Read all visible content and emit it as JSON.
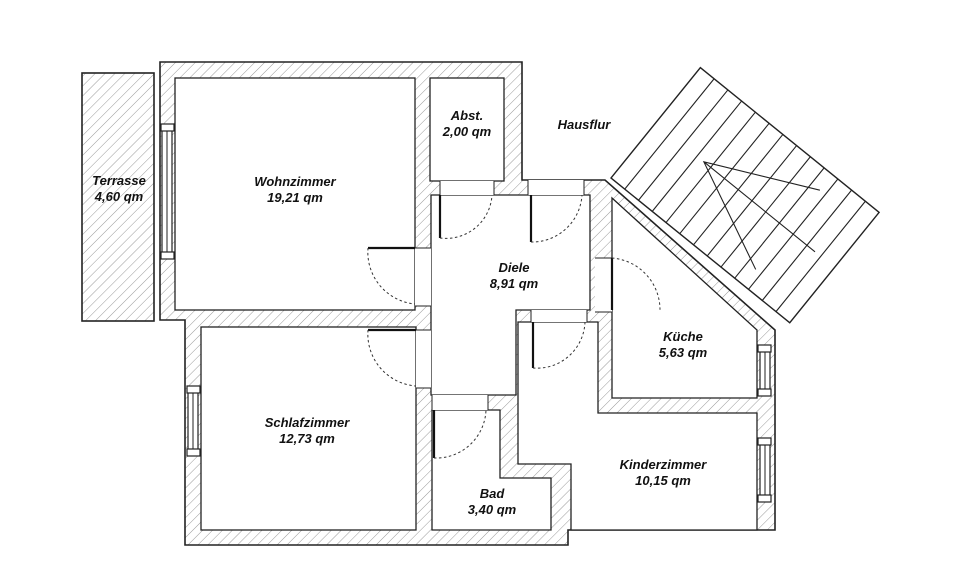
{
  "rooms": {
    "terrasse": {
      "name": "Terrasse",
      "area": "4,60 qm"
    },
    "wohnzimmer": {
      "name": "Wohnzimmer",
      "area": "19,21 qm"
    },
    "abst": {
      "name": "Abst.",
      "area": "2,00 qm"
    },
    "hausflur": {
      "name": "Hausflur"
    },
    "diele": {
      "name": "Diele",
      "area": "8,91 qm"
    },
    "kueche": {
      "name": "Küche",
      "area": "5,63 qm"
    },
    "schlafzimmer": {
      "name": "Schlafzimmer",
      "area": "12,73 qm"
    },
    "bad": {
      "name": "Bad",
      "area": "3,40 qm"
    },
    "kinderzimmer": {
      "name": "Kinderzimmer",
      "area": "10,15 qm"
    }
  }
}
